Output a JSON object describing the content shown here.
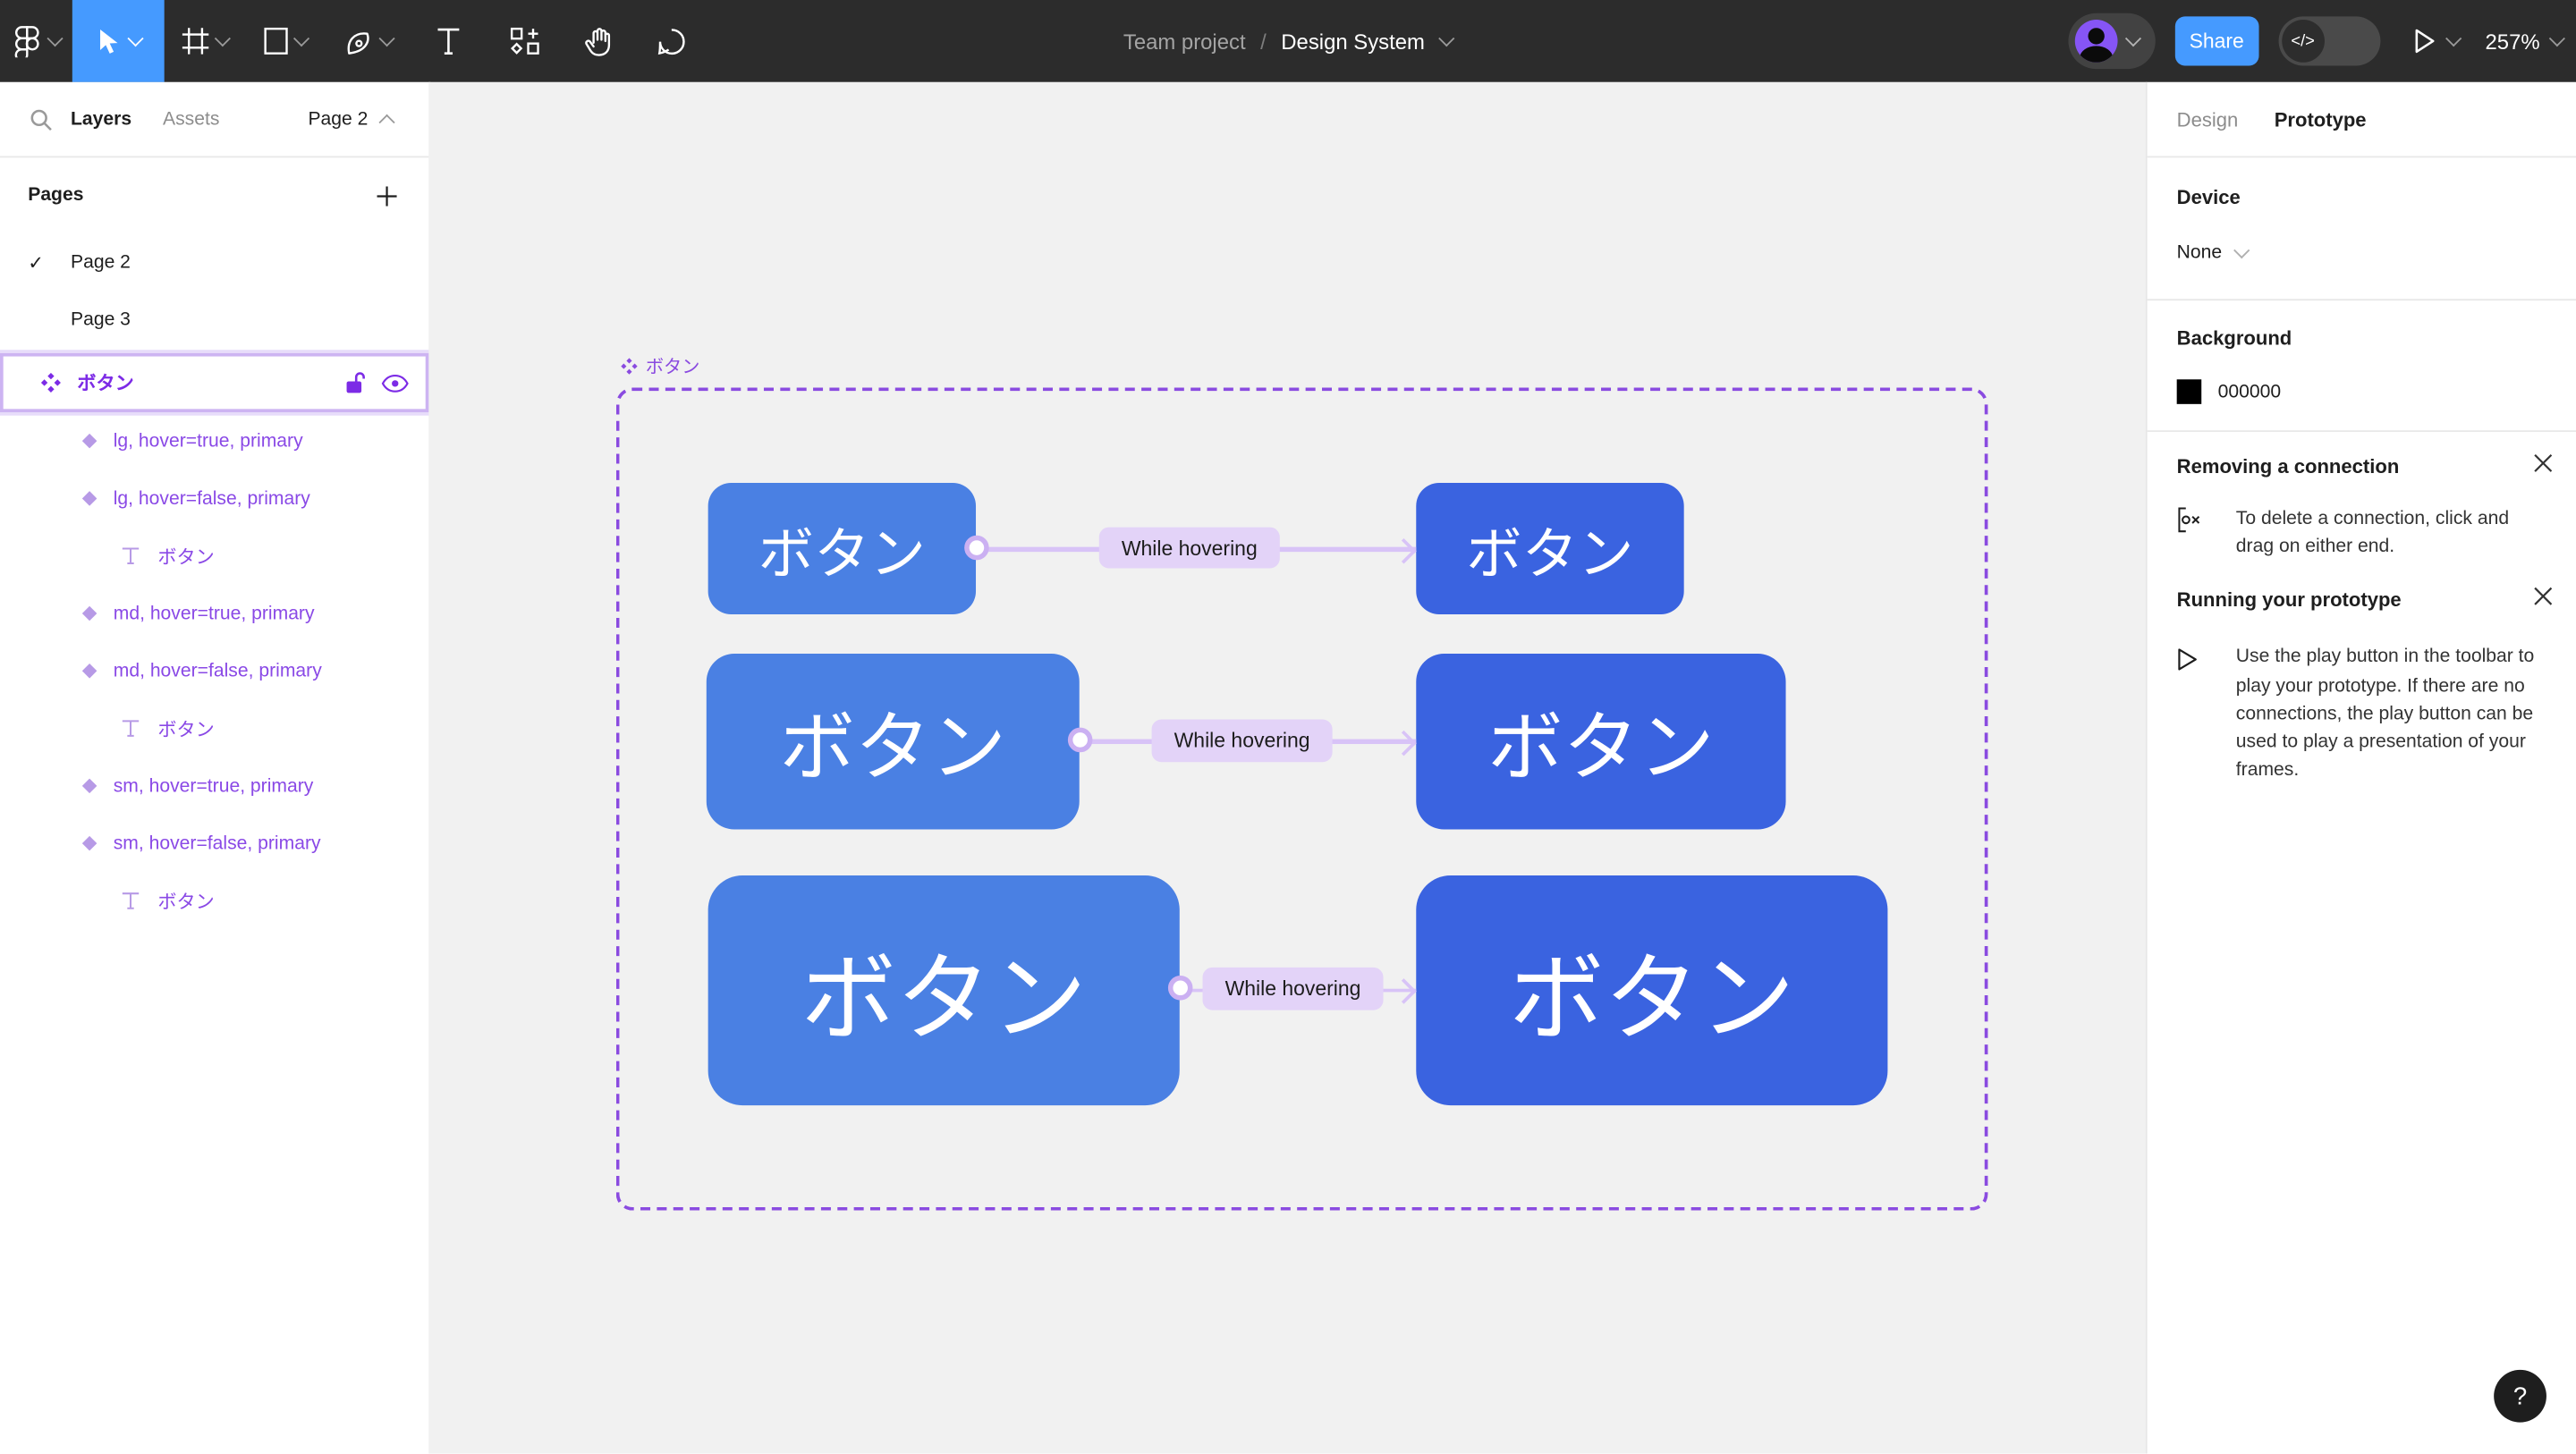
{
  "toolbar": {
    "breadcrumb": {
      "project": "Team project",
      "separator": "/",
      "file": "Design System"
    },
    "share_label": "Share",
    "dev_toggle_label": "</>",
    "zoom_level": "257%"
  },
  "left_sidebar": {
    "tabs": {
      "layers": "Layers",
      "assets": "Assets"
    },
    "page_selector": "Page 2",
    "pages_header": "Pages",
    "pages": [
      {
        "label": "Page 2",
        "checked": "✓"
      },
      {
        "label": "Page 3"
      }
    ],
    "layers": {
      "component_set": "ボタン",
      "items": [
        {
          "type": "variant",
          "label": "lg, hover=true, primary"
        },
        {
          "type": "variant",
          "label": "lg, hover=false, primary"
        },
        {
          "type": "text",
          "label": "ボタン"
        },
        {
          "type": "variant",
          "label": "md, hover=true, primary"
        },
        {
          "type": "variant",
          "label": "md, hover=false, primary"
        },
        {
          "type": "text",
          "label": "ボタン"
        },
        {
          "type": "variant",
          "label": "sm, hover=true, primary"
        },
        {
          "type": "variant",
          "label": "sm, hover=false, primary"
        },
        {
          "type": "text",
          "label": "ボタン"
        }
      ]
    }
  },
  "canvas": {
    "frame_label": "ボタン",
    "button_text": "ボタン",
    "connection_label": "While hovering",
    "colors": {
      "default_fill": "#4a80e3",
      "hover_fill": "#3a63e0",
      "selection_purple": "#8a4be0",
      "connector_lavender": "#d8c3f7"
    }
  },
  "right_sidebar": {
    "tabs": {
      "design": "Design",
      "prototype": "Prototype"
    },
    "device": {
      "header": "Device",
      "value": "None"
    },
    "background": {
      "header": "Background",
      "hex": "000000"
    },
    "tips": [
      {
        "title": "Removing a connection",
        "body": "To delete a connection, click and drag on either end."
      },
      {
        "title": "Running your prototype",
        "body": "Use the play button in the toolbar to play your prototype. If there are no connections, the play button can be used to play a presentation of your frames."
      }
    ]
  },
  "help_label": "?"
}
